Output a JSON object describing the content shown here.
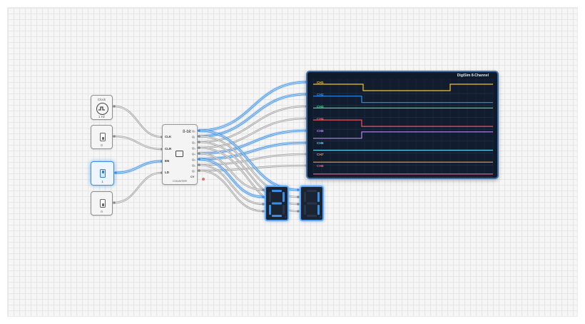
{
  "scope": {
    "title": "DigiSim 8-Channel",
    "channels": [
      {
        "label": "CH1",
        "color": "#f2c230"
      },
      {
        "label": "CH2",
        "color": "#2f8ef0"
      },
      {
        "label": "CH3",
        "color": "#3dd68c"
      },
      {
        "label": "CH4",
        "color": "#f0555a"
      },
      {
        "label": "CH5",
        "color": "#b786f5"
      },
      {
        "label": "CH6",
        "color": "#5ad0f0"
      },
      {
        "label": "CH7",
        "color": "#f59b38"
      },
      {
        "label": "CH8",
        "color": "#f05a88"
      }
    ]
  },
  "clock": {
    "title": "Clock",
    "freq": "1  Hz"
  },
  "switches": [
    {
      "value": "0",
      "state": "off"
    },
    {
      "value": "1",
      "state": "on"
    },
    {
      "value": "0",
      "state": "off"
    }
  ],
  "counter": {
    "title": "8-bit",
    "subtitle": "COUNTER",
    "inputs": [
      "CLK",
      "CLR",
      "EN",
      "LD"
    ],
    "outputs": [
      "Q₀",
      "Q₁",
      "Q₂",
      "Q₃",
      "Q₄",
      "Q₅",
      "Q₆",
      "Q₇"
    ],
    "carry": "CY"
  },
  "displays": [
    {
      "digit": "2"
    },
    {
      "digit": "1"
    }
  ],
  "colors": {
    "wire_active": "#3a8ee6",
    "wire_idle": "#bdbdbd",
    "segment_on": "#3a8ee6",
    "segment_off": "#26354b"
  }
}
